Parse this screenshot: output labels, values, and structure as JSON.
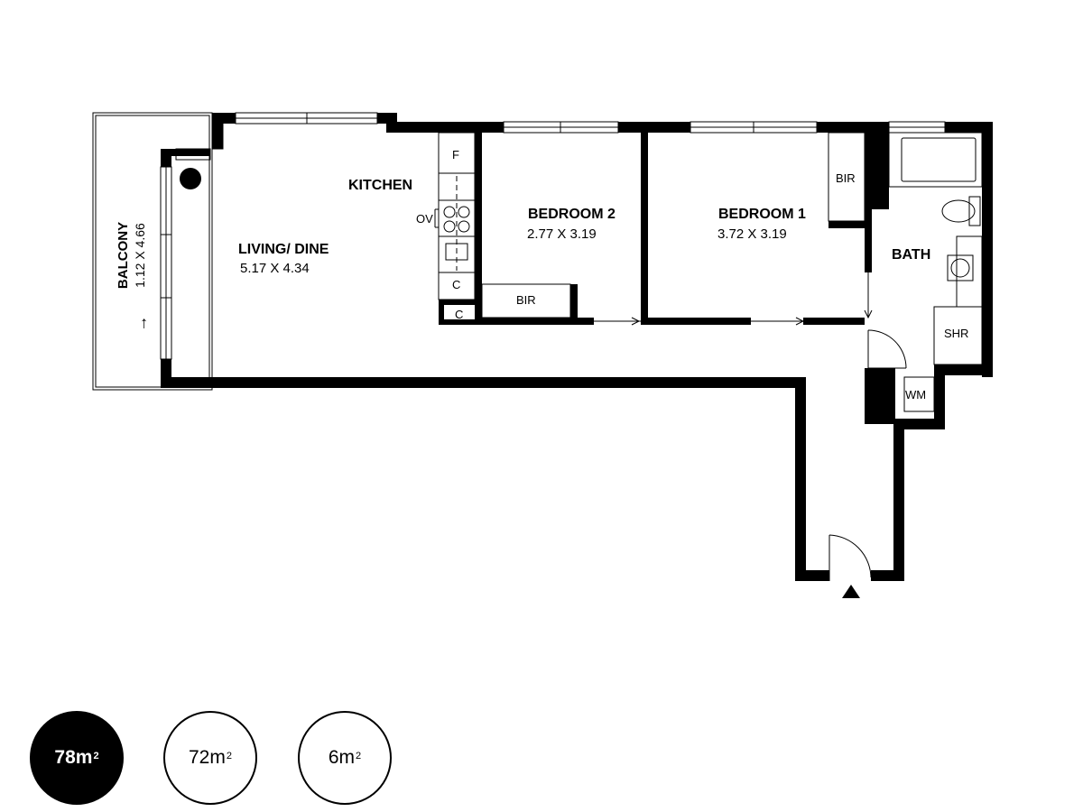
{
  "plan": {
    "rooms": {
      "living": {
        "name": "LIVING/ DINE",
        "dims": "5.17 X 4.34"
      },
      "kitchen": {
        "name": "KITCHEN"
      },
      "bedroom2": {
        "name": "BEDROOM 2",
        "dims": "2.77 X 3.19"
      },
      "bedroom1": {
        "name": "BEDROOM 1",
        "dims": "3.72 X 3.19"
      },
      "bath": {
        "name": "BATH"
      },
      "balcony": {
        "name": "BALCONY",
        "dims": "1.12 X 4.66"
      }
    },
    "labels": {
      "fridge": "F",
      "oven": "OV",
      "cupboard_1": "C",
      "cupboard_2": "C",
      "bir_bed2": "BIR",
      "bir_bed1": "BIR",
      "shower": "SHR",
      "washing_machine": "WM"
    }
  },
  "areas": {
    "total": {
      "value": "78m",
      "unit_sup": "2"
    },
    "internal": {
      "value": "72m",
      "unit_sup": "2"
    },
    "external": {
      "value": "6m",
      "unit_sup": "2"
    }
  },
  "colors": {
    "wall": "#000000",
    "background": "#ffffff"
  }
}
